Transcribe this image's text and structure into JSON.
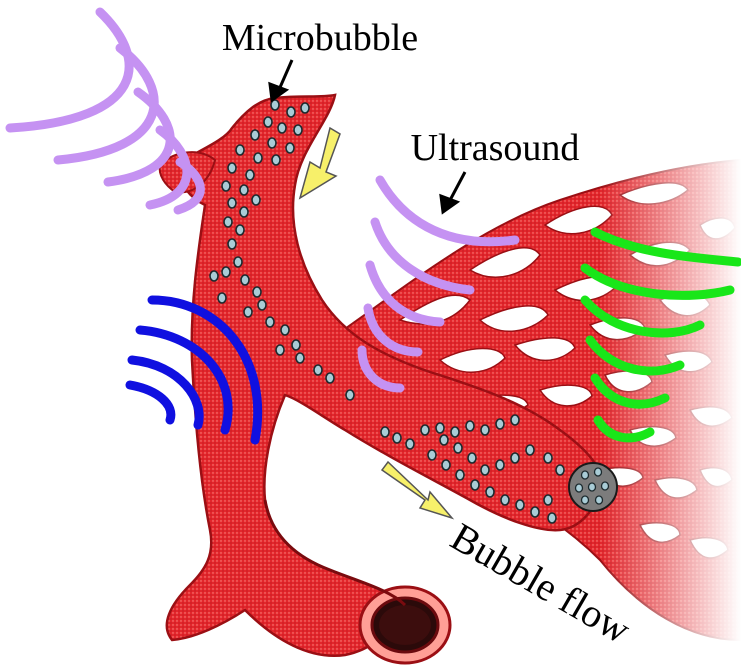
{
  "labels": {
    "microbubble": "Microbubble",
    "ultrasound": "Ultrasound",
    "bubble_flow": "Bubble flow"
  },
  "colors": {
    "vessel": "#e3262c",
    "vessel_dark": "#9b0f14",
    "vessel_light": "#f07a73",
    "bubble_fill": "#a9ccd6",
    "bubble_stroke": "#1c2a2e",
    "flow_arrow": "#f7f06a",
    "ultrasound_violet": "#c592f2",
    "ultrasound_blue": "#1010e0",
    "ultrasound_green": "#19e619",
    "cluster": "#7c7c7c"
  },
  "icons": {
    "flow_arrow": "arrow-icon",
    "pointer": "pointer-arrow-icon"
  }
}
